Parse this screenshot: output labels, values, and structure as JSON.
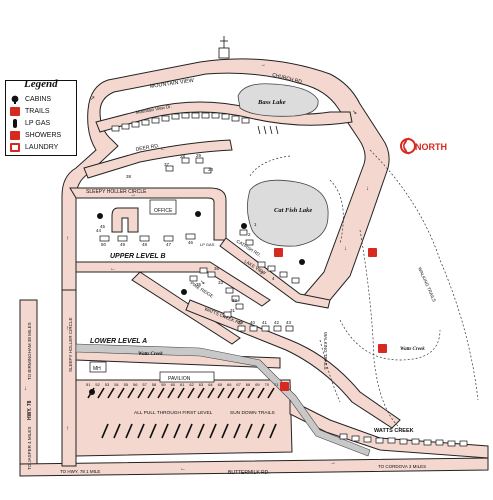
{
  "legend": {
    "title": "Legend",
    "items": [
      {
        "label": "CABINS",
        "icon": "cabin-icon"
      },
      {
        "label": "TRAILS",
        "icon": "trails-icon"
      },
      {
        "label": "LP GAS",
        "icon": "lp-gas-icon"
      },
      {
        "label": "SHOWERS",
        "icon": "showers-icon"
      },
      {
        "label": "LAUNDRY",
        "icon": "laundry-icon"
      }
    ]
  },
  "north": {
    "label": "NORTH",
    "color": "#d62a20"
  },
  "colors": {
    "road": "#f4d8cf",
    "road_edge": "#222222",
    "lake": "#dcdcdc",
    "creek": "#c8c8c8",
    "accent_red": "#d62a20"
  },
  "roads": {
    "church": "CHURCH RD.",
    "mountain_view": "MOUNTAIN VIEW",
    "mountain_view_dr": "Mountain View Dr.",
    "deer": "DEER RD.",
    "sleepy_holler_circle": "SLEEPY HOLLER CIRCLE",
    "sleepy_holler_circle_vert": "SLEEPY HOLLER CIRCLE",
    "catfish_rd": "CATFISH RD.",
    "lake_view": "LAKE VIEW",
    "pine_ridge": "PINE RIDGE",
    "watts_creek_rd": "WATTS CREEK RD.",
    "buttermilk": "BUTTERMILK RD.",
    "hwy78": "HWY. 78",
    "to_birmingham": "TO BIRMINGHAM 38 MILES",
    "to_jasper": "TO JASPER 4 MILES",
    "to_hwy78": "TO HWY. 78 1 MILE",
    "to_cordova": "TO CORDOVA 3 MILES",
    "walking_trails_1": "WALKING TRAILS",
    "walking_trails_2": "WALKING TRAILS",
    "watts_creek_1": "Watts Creek",
    "watts_creek_2": "Watts Creek",
    "watts_creek_caps": "WATTS CREEK"
  },
  "areas": {
    "bass_lake": "Bass Lake",
    "catfish_lake": "Cat Fish Lake",
    "upper_level_b": "UPPER LEVEL B",
    "lower_level_a": "LOWER LEVEL A",
    "office": "OFFICE",
    "pavilion": "PAVILION",
    "mh": "MH",
    "all_pull_through": "ALL PULL THROUGH FIRST LEVEL",
    "sun_down_trails": "SUN DOWN TRAILS",
    "lp_gas": "LP GAS"
  },
  "sites": {
    "upper": [
      "50",
      "49",
      "48",
      "47",
      "46"
    ],
    "cabins_top": [
      "37",
      "28",
      "29",
      "34"
    ],
    "mid": [
      "1",
      "2",
      "3",
      "4"
    ],
    "pine": [
      "35",
      "36",
      "33",
      "32",
      "31"
    ],
    "watts": [
      "39",
      "40",
      "41",
      "42",
      "43"
    ],
    "lower_row": [
      "51",
      "52",
      "53",
      "54",
      "55",
      "56",
      "57",
      "58",
      "59",
      "60",
      "61",
      "62",
      "63",
      "64",
      "65",
      "66",
      "67",
      "68",
      "69",
      "70",
      "71"
    ],
    "left_col": [
      "38",
      "44",
      "45"
    ]
  }
}
